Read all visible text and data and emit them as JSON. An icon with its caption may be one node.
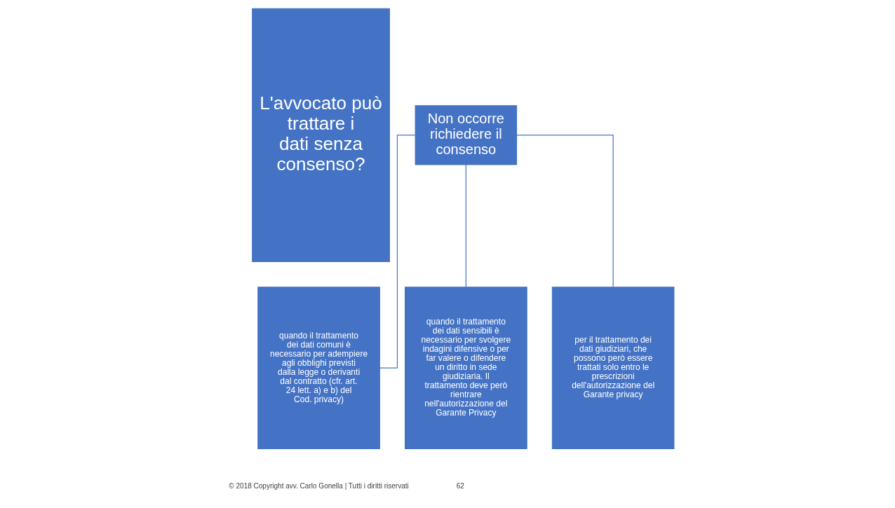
{
  "diagram": {
    "nodes": [
      {
        "text": [
          "L'avvocato può trattare i dati senza consenso?"
        ]
      },
      {
        "text": [
          "Non occorre richiedere il consenso"
        ]
      },
      {
        "text": [
          "quando il trattamento dei dati comuni è necessario per adempiere agli obblighi previsti dalla legge o derivanti dal contratto (cfr. art. 24 lett. a) e b) del Cod. privacy)"
        ]
      },
      {
        "text": [
          "quando il trattamento dei dati sensibili è necessario per svolgere indagini difensive o per far valere o difendere un diritto in sede giudiziaria. Il trattamento deve però rientrare nell'autorizzazione del Garante Privacy"
        ]
      },
      {
        "text": [
          "per il trattamento dei dati giudiziari, che possono però essere trattati solo entro le prescrizioni dell'autorizzazione del Garante privacy"
        ]
      }
    ],
    "edges": [
      {
        "from": 1,
        "to": 2,
        "arrow": "none"
      },
      {
        "from": 1,
        "to": 3,
        "arrow": "none"
      },
      {
        "from": 1,
        "to": 4,
        "arrow": "none"
      }
    ],
    "labels": [
      "© 2018 Copyright avv. Carlo Gonella | Tutti i diritti riservati",
      "62"
    ]
  }
}
